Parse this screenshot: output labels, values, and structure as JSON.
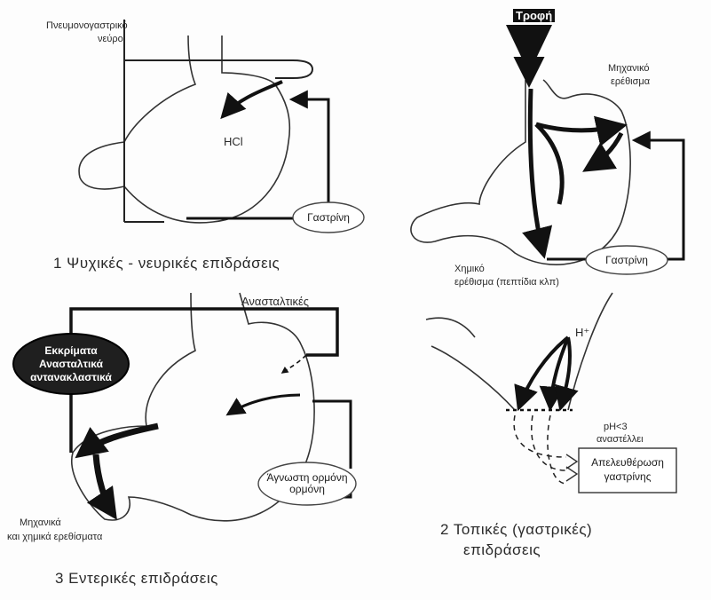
{
  "panel1": {
    "nerve_label_line1": "Πνευμονογαστρικό",
    "nerve_label_line2": "νεύρο",
    "hcl_label": "HCl",
    "gastrin_oval": "Γαστρίνη",
    "caption": "1  Ψυχικές - νευρικές επιδράσεις"
  },
  "panel_top_right": {
    "food_label": "Τροφή",
    "mechanical_label_line1": "Μηχανικό",
    "mechanical_label_line2": "ερέθισμα",
    "gastrin_oval": "Γαστρίνη",
    "chemical_label_line1": "Χημικό",
    "chemical_label_line2": "ερέθισμα (πεπτίδια κλπ)"
  },
  "panel3": {
    "inhibitory_label": "Ανασταλτικές",
    "dark_oval_line1": "Εκκρίματα",
    "dark_oval_line2": "Ανασταλτικά",
    "dark_oval_line3": "αντανακλαστικά",
    "hormone_oval_line1": "Άγνωστη ορμόνη",
    "hormone_oval_line2": "ορμόνη",
    "stimuli_label_line1": "Μηχανικά",
    "stimuli_label_line2": "και χημικά ερεθίσματα",
    "caption": "3  Εντερικές επιδράσεις"
  },
  "panel2": {
    "h_label": "H⁺",
    "ph_label_line1": "pH<3",
    "ph_label_line2": "αναστέλλει",
    "release_box_line1": "Απελευθέρωση",
    "release_box_line2": "γαστρίνης",
    "caption_line1": "2  Τοπικές (γαστρικές)",
    "caption_line2": "επιδράσεις"
  }
}
